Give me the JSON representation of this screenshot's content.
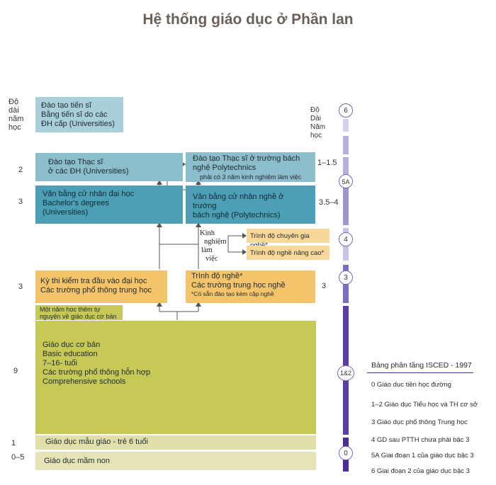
{
  "title": "Hệ thống giáo dục ở Phần lan",
  "side_label_left": [
    "Độ",
    "dài",
    "năm",
    "học"
  ],
  "side_label_right": [
    "Độ",
    "Dài",
    "Năm",
    "học"
  ],
  "boxes": {
    "doctoral": [
      "Đào tạo tiến sĩ",
      "Bằng tiến sĩ do các",
      "ĐH cấp (Universities)"
    ],
    "masters_uni": [
      "Đào tạo Thạc sĩ",
      "ở các ĐH (Universities)"
    ],
    "bachelor_uni": [
      "Văn bằng cử nhân đại học",
      "Bachelor's degrees",
      "(Universities)"
    ],
    "masters_poly": [
      "Đào tạo Thạc sĩ ở trường bách",
      "nghệ  Polytechnics"
    ],
    "masters_poly_note": "phải có 3 năm kinh nghiệm làm việc",
    "bachelor_poly": [
      "Văn bằng cử nhân nghề ở trường",
      "bách nghệ (Polytechnics)"
    ],
    "work_experience": [
      "Kinh",
      "nghiệm",
      "làm",
      "việc"
    ],
    "specialist_voc": "Trình độ chuyên gia nghề*",
    "advanced_voc": "Trình độ nghề nâng cao*",
    "upper_secondary": [
      "Kỳ thi kiểm tra đầu vào đại học",
      "Các trường phổ thông trung học"
    ],
    "vocational": [
      "Trình độ nghề*",
      "Các trường  trung học nghề"
    ],
    "vocational_note": "*Có sẵn đào tạo kèm cặp nghề",
    "extra_year": [
      "Một năm học thêm tự",
      "nguyện về giáo dục cơ bản"
    ],
    "basic": [
      "Giáo dục cơ bản",
      "Basic education",
      "7–16- tuổi",
      "Các trường phổ thông hỗn hợp",
      "Comprehensive schools"
    ],
    "preschool": "Giáo dục mẫu giáo - trẻ 6 tuổi",
    "kindergarten": "Giáo dục mầm non"
  },
  "years_left": {
    "masters": "2",
    "bachelor": "3",
    "upper": "3",
    "basic": "9",
    "preschool": "1",
    "kinder": "0–5"
  },
  "years_right": {
    "masters_poly": "1–1.5",
    "bachelor_poly": "3.5–4",
    "vocational": "3"
  },
  "isced_levels": [
    "6",
    "5A",
    "4",
    "3",
    "1&2",
    "0"
  ],
  "legend": {
    "title": "Bảng phân tầng ISCED - 1997",
    "items": [
      "0  Giáo dục tiền học đường",
      "1–2 Giáo dục Tiểu học và TH cơ sở",
      "3  Giáo dục phổ thông Trung học",
      "4   GD sau PTTH chưa phải bậc 3",
      "5A  Giai đoạn 1 của giáo dục bậc 3",
      "6  Giai đoạn 2 của giáo dục bậc 3"
    ]
  },
  "colors": {
    "teal_light": "#a9d0da",
    "teal_dark": "#4d9fb6",
    "orange": "#f4c46a",
    "olive": "#c7c956",
    "purple": "#4b2e8f"
  }
}
